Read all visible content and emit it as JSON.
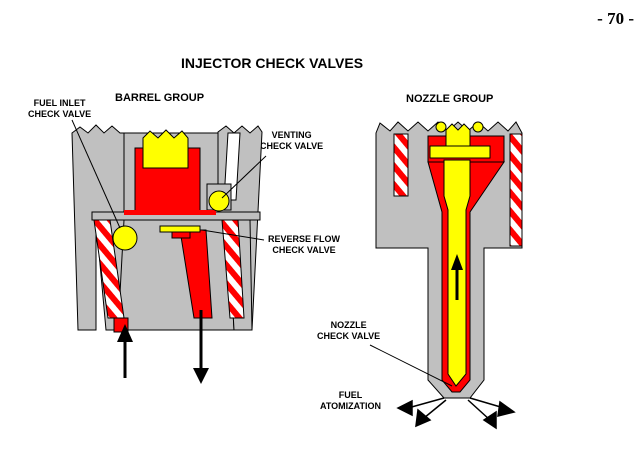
{
  "page_number": "- 70 -",
  "title": "INJECTOR CHECK VALVES",
  "barrel_group": {
    "heading": "BARREL GROUP",
    "labels": {
      "fuel_inlet": [
        "FUEL INLET",
        "CHECK VALVE"
      ],
      "venting": [
        "VENTING",
        "CHECK VALVE"
      ],
      "reverse_flow": [
        "REVERSE FLOW",
        "CHECK VALVE"
      ]
    }
  },
  "nozzle_group": {
    "heading": "NOZZLE GROUP",
    "labels": {
      "nozzle_check": [
        "NOZZLE",
        "CHECK VALVE"
      ],
      "fuel_atomization": [
        "FUEL",
        "ATOMIZATION"
      ]
    }
  },
  "colors": {
    "body": "#c0c0c0",
    "fuel": "#ff0000",
    "valve": "#ffff00",
    "outline": "#000000"
  }
}
